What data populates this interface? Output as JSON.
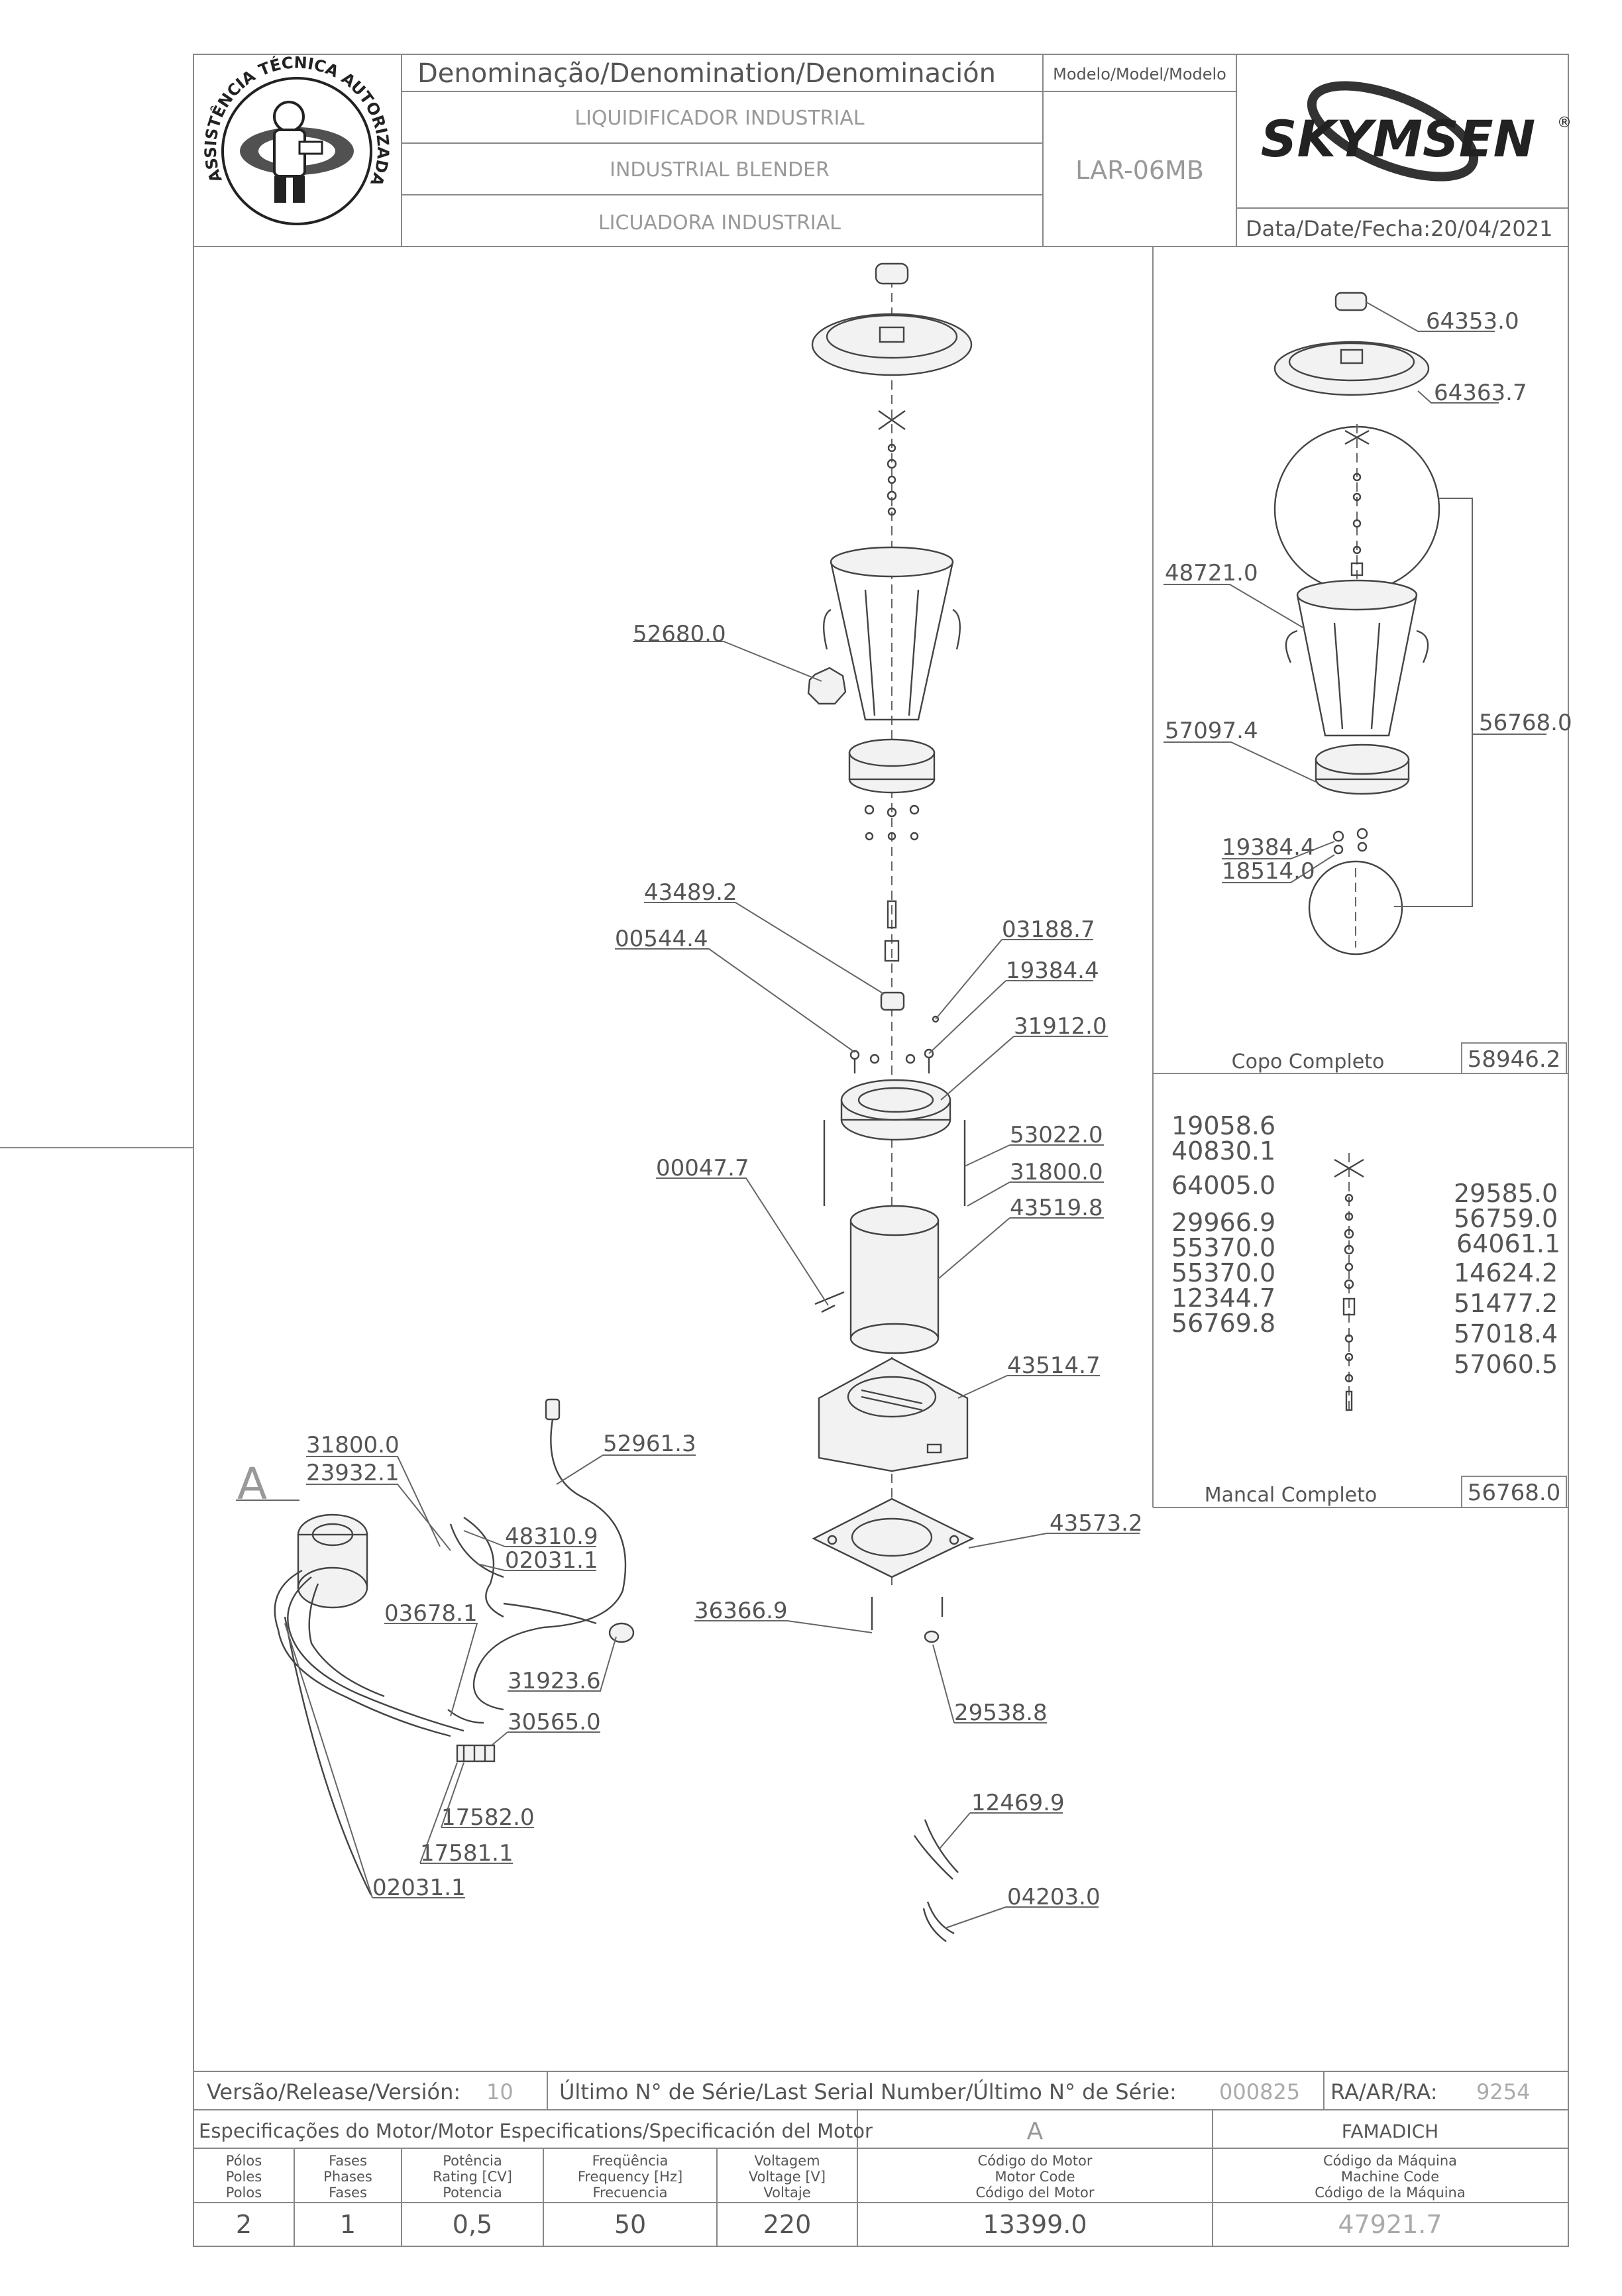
{
  "header": {
    "denomination_label": "Denominação/Denomination/Denominación",
    "names": [
      "LIQUIDIFICADOR INDUSTRIAL",
      "INDUSTRIAL BLENDER",
      "LICUADORA INDUSTRIAL"
    ],
    "model_label": "Modelo/Model/Modelo",
    "model_value": "LAR-06MB",
    "brand": "SKYMSEN",
    "brand_mark": "®",
    "date_label": "Data/Date/Fecha:",
    "date_value": "20/04/2021",
    "seal_text": "ASSISTÊNCIA TÉCNICA AUTORIZADA"
  },
  "main_parts": [
    {
      "code": "52680.0"
    },
    {
      "code": "43489.2"
    },
    {
      "code": "00544.4"
    },
    {
      "code": "03188.7"
    },
    {
      "code": "19384.4"
    },
    {
      "code": "31912.0"
    },
    {
      "code": "53022.0"
    },
    {
      "code": "00047.7"
    },
    {
      "code": "31800.0"
    },
    {
      "code": "43519.8"
    },
    {
      "code": "43514.7"
    },
    {
      "code": "43573.2"
    },
    {
      "code": "36366.9"
    },
    {
      "code": "29538.8"
    },
    {
      "code": "12469.9"
    },
    {
      "code": "04203.0"
    }
  ],
  "wiring_parts": [
    {
      "code": "31800.0"
    },
    {
      "code": "23932.1"
    },
    {
      "code": "52961.3"
    },
    {
      "code": "48310.9"
    },
    {
      "code": "02031.1"
    },
    {
      "code": "03678.1"
    },
    {
      "code": "31923.6"
    },
    {
      "code": "30565.0"
    },
    {
      "code": "17582.0"
    },
    {
      "code": "17581.1"
    },
    {
      "code": "02031.1"
    }
  ],
  "detail_marker": "A",
  "copo_panel": {
    "parts": [
      {
        "code": "64353.0"
      },
      {
        "code": "64363.7"
      },
      {
        "code": "48721.0"
      },
      {
        "code": "57097.4"
      },
      {
        "code": "56768.0"
      },
      {
        "code": "19384.4"
      },
      {
        "code": "18514.0"
      }
    ],
    "title": "Copo Completo",
    "code": "58946.2"
  },
  "mancal_panel": {
    "left_codes": [
      "19058.6",
      "40830.1",
      "64005.0",
      "29966.9",
      "55370.0",
      "55370.0",
      "12344.7",
      "56769.8"
    ],
    "right_codes": [
      "29585.0",
      "56759.0",
      "64061.1",
      "14624.2",
      "51477.2",
      "57018.4",
      "57060.5"
    ],
    "title": "Mancal Completo",
    "code": "56768.0"
  },
  "footer": {
    "version_label": "Versão/Release/Versión:",
    "version_value": "10",
    "serial_label": "Último N° de Série/Last Serial Number/Último N° de Série:",
    "serial_value": "000825",
    "ra_label": "RA/AR/RA:",
    "ra_value": "9254",
    "spec_label": "Especificações do Motor/Motor Especifications/Specificación del Motor",
    "motor_variant": "A",
    "manufacturer": "FAMADICH",
    "columns": [
      {
        "header": [
          "Pólos",
          "Poles",
          "Polos"
        ],
        "value": "2"
      },
      {
        "header": [
          "Fases",
          "Phases",
          "Fases"
        ],
        "value": "1"
      },
      {
        "header": [
          "Potência",
          "Rating [CV]",
          "Potencia"
        ],
        "value": "0,5"
      },
      {
        "header": [
          "Freqüência",
          "Frequency [Hz]",
          "Frecuencia"
        ],
        "value": "50"
      },
      {
        "header": [
          "Voltagem",
          "Voltage [V]",
          "Voltaje"
        ],
        "value": "220"
      },
      {
        "header": [
          "Código do Motor",
          "Motor Code",
          "Código del Motor"
        ],
        "value": "13399.0"
      },
      {
        "header": [
          "Código da Máquina",
          "Machine Code",
          "Código de la Máquina"
        ],
        "value": "47921.7"
      }
    ]
  },
  "colors": {
    "line": "#666666",
    "text": "#555555",
    "faint_text": "#aaaaaa",
    "logo": "#222222"
  }
}
